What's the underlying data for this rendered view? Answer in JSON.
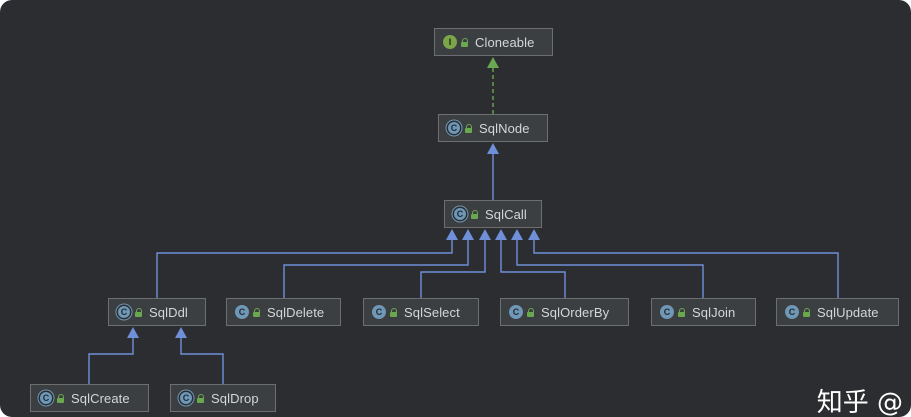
{
  "diagram": {
    "nodes": [
      {
        "id": "cloneable",
        "label": "Cloneable",
        "kind": "interface",
        "icon_letter": "I"
      },
      {
        "id": "sqlnode",
        "label": "SqlNode",
        "kind": "abstract",
        "icon_letter": "C"
      },
      {
        "id": "sqlcall",
        "label": "SqlCall",
        "kind": "abstract",
        "icon_letter": "C"
      },
      {
        "id": "sqlddl",
        "label": "SqlDdl",
        "kind": "abstract",
        "icon_letter": "C"
      },
      {
        "id": "sqldelete",
        "label": "SqlDelete",
        "kind": "class",
        "icon_letter": "C"
      },
      {
        "id": "sqlselect",
        "label": "SqlSelect",
        "kind": "class",
        "icon_letter": "C"
      },
      {
        "id": "sqlorderby",
        "label": "SqlOrderBy",
        "kind": "class",
        "icon_letter": "C"
      },
      {
        "id": "sqljoin",
        "label": "SqlJoin",
        "kind": "class",
        "icon_letter": "C"
      },
      {
        "id": "sqlupdate",
        "label": "SqlUpdate",
        "kind": "class",
        "icon_letter": "C"
      },
      {
        "id": "sqlcreate",
        "label": "SqlCreate",
        "kind": "abstract",
        "icon_letter": "C"
      },
      {
        "id": "sqldrop",
        "label": "SqlDrop",
        "kind": "abstract",
        "icon_letter": "C"
      }
    ],
    "edges": [
      {
        "from": "sqlnode",
        "to": "cloneable",
        "type": "implements"
      },
      {
        "from": "sqlcall",
        "to": "sqlnode",
        "type": "extends"
      },
      {
        "from": "sqlddl",
        "to": "sqlcall",
        "type": "extends"
      },
      {
        "from": "sqldelete",
        "to": "sqlcall",
        "type": "extends"
      },
      {
        "from": "sqlselect",
        "to": "sqlcall",
        "type": "extends"
      },
      {
        "from": "sqlorderby",
        "to": "sqlcall",
        "type": "extends"
      },
      {
        "from": "sqljoin",
        "to": "sqlcall",
        "type": "extends"
      },
      {
        "from": "sqlupdate",
        "to": "sqlcall",
        "type": "extends"
      },
      {
        "from": "sqlcreate",
        "to": "sqlddl",
        "type": "extends"
      },
      {
        "from": "sqldrop",
        "to": "sqlddl",
        "type": "extends"
      }
    ],
    "colors": {
      "background": "#2b2d30",
      "extends_edge": "#6f8fd8",
      "implements_edge": "#6aa84f"
    }
  },
  "watermark": {
    "text": "知乎 @"
  }
}
